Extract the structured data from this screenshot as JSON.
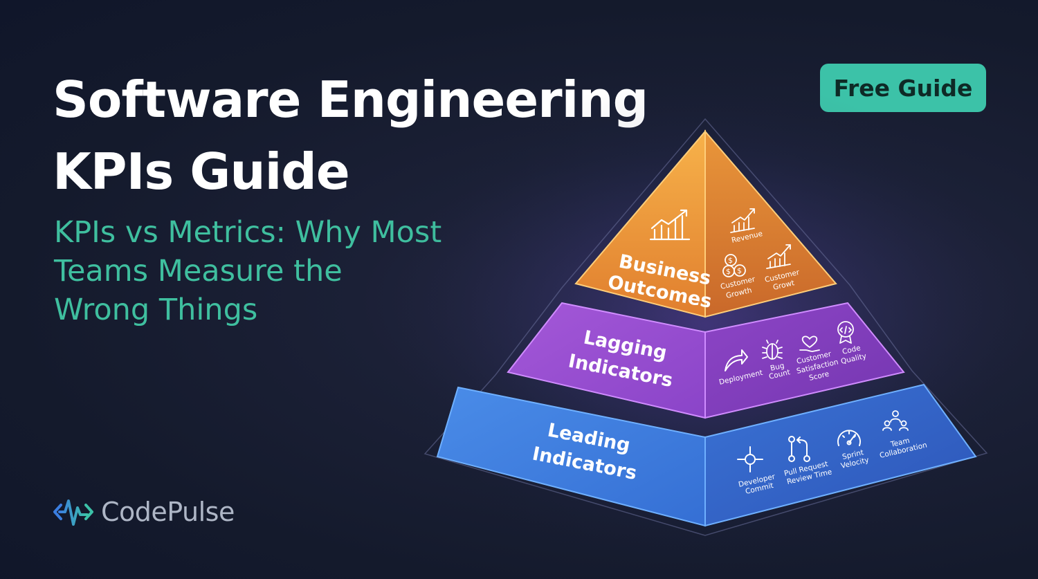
{
  "header": {
    "title_line1": "Software Engineering",
    "title_line2": "KPIs Guide",
    "subtitle_line1": "KPIs vs Metrics: Why Most",
    "subtitle_line2": "Teams Measure the",
    "subtitle_line3": "Wrong Things"
  },
  "badge": {
    "label": "Free Guide"
  },
  "brand": {
    "name": "CodePulse"
  },
  "pyramid": {
    "top": {
      "label_line1": "Business",
      "label_line2": "Outcomes",
      "items": [
        {
          "icon": "chart-growth-icon",
          "label_line1": "Revenue",
          "label_line2": ""
        },
        {
          "icon": "dollar-coins-icon",
          "label_line1": "Customer",
          "label_line2": "Growth"
        },
        {
          "icon": "chart-growth-icon",
          "label_line1": "Customer",
          "label_line2": "Growt"
        }
      ]
    },
    "middle": {
      "label_line1": "Lagging",
      "label_line2": "Indicators",
      "items": [
        {
          "icon": "deploy-arrow-icon",
          "label_line1": "Deployment",
          "label_line2": "",
          "label_line3": ""
        },
        {
          "icon": "bug-icon",
          "label_line1": "Bug",
          "label_line2": "Count",
          "label_line3": ""
        },
        {
          "icon": "heart-hand-icon",
          "label_line1": "Customer",
          "label_line2": "Satisfaction",
          "label_line3": "Score"
        },
        {
          "icon": "code-badge-icon",
          "label_line1": "Code",
          "label_line2": "Quality",
          "label_line3": ""
        }
      ]
    },
    "bottom": {
      "label_line1": "Leading",
      "label_line2": "Indicators",
      "items": [
        {
          "icon": "commit-icon",
          "label_line1": "Developer",
          "label_line2": "Commit"
        },
        {
          "icon": "pull-request-icon",
          "label_line1": "Pull Request",
          "label_line2": "Review Time"
        },
        {
          "icon": "speedometer-icon",
          "label_line1": "Sprint",
          "label_line2": "Velocity"
        },
        {
          "icon": "team-icon",
          "label_line1": "Team",
          "label_line2": "Collaboration"
        }
      ]
    },
    "colors": {
      "top": "#f29a3a",
      "middle": "#9b4ed6",
      "bottom": "#3f7fe0",
      "accent": "#3cc2a8"
    }
  }
}
